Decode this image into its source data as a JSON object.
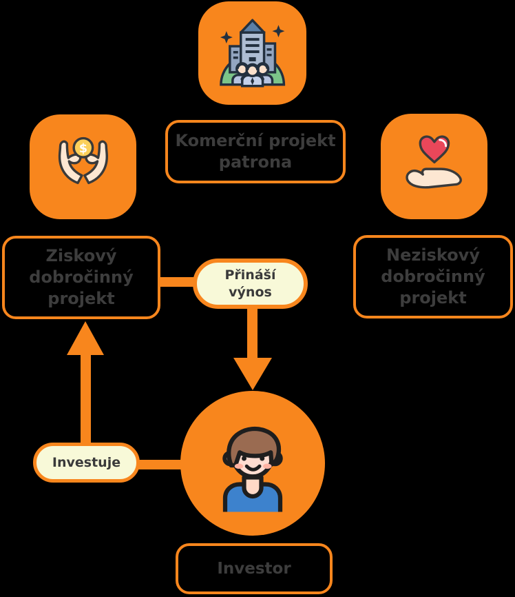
{
  "background_color": "#000000",
  "colors": {
    "accent_orange": "#F8861D",
    "pill_fill": "#F8F9D8",
    "label_text": "#3D3D3D",
    "heart_red": "#E9475A",
    "coin_gold": "#FBD05A",
    "skin": "#FDE7D2",
    "hair_brown": "#9A6B51",
    "shirt_blue": "#3D82CD",
    "hill_green": "#7CC489",
    "building_gray_blue": "#AEBDD3"
  },
  "icons": {
    "commercial": "company-building-people-icon",
    "profit": "hands-holding-coin-icon",
    "nonprofit": "hand-holding-heart-icon",
    "investor": "investor-avatar-icon"
  },
  "diagram": {
    "nodes": {
      "commercial_project": {
        "lines": [
          "Komerční projekt",
          "patrona"
        ]
      },
      "profit_project": {
        "lines": [
          "Ziskový",
          "dobročinný",
          "projekt"
        ]
      },
      "nonprofit_project": {
        "lines": [
          "Neziskový",
          "dobročinný",
          "projekt"
        ]
      },
      "investor": {
        "label": "Investor"
      }
    },
    "edges": {
      "yield": {
        "lines": [
          "Přináší",
          "výnos"
        ],
        "from": "profit_project",
        "to": "investor"
      },
      "invest": {
        "label": "Investuje",
        "from": "investor",
        "to": "profit_project"
      }
    }
  }
}
